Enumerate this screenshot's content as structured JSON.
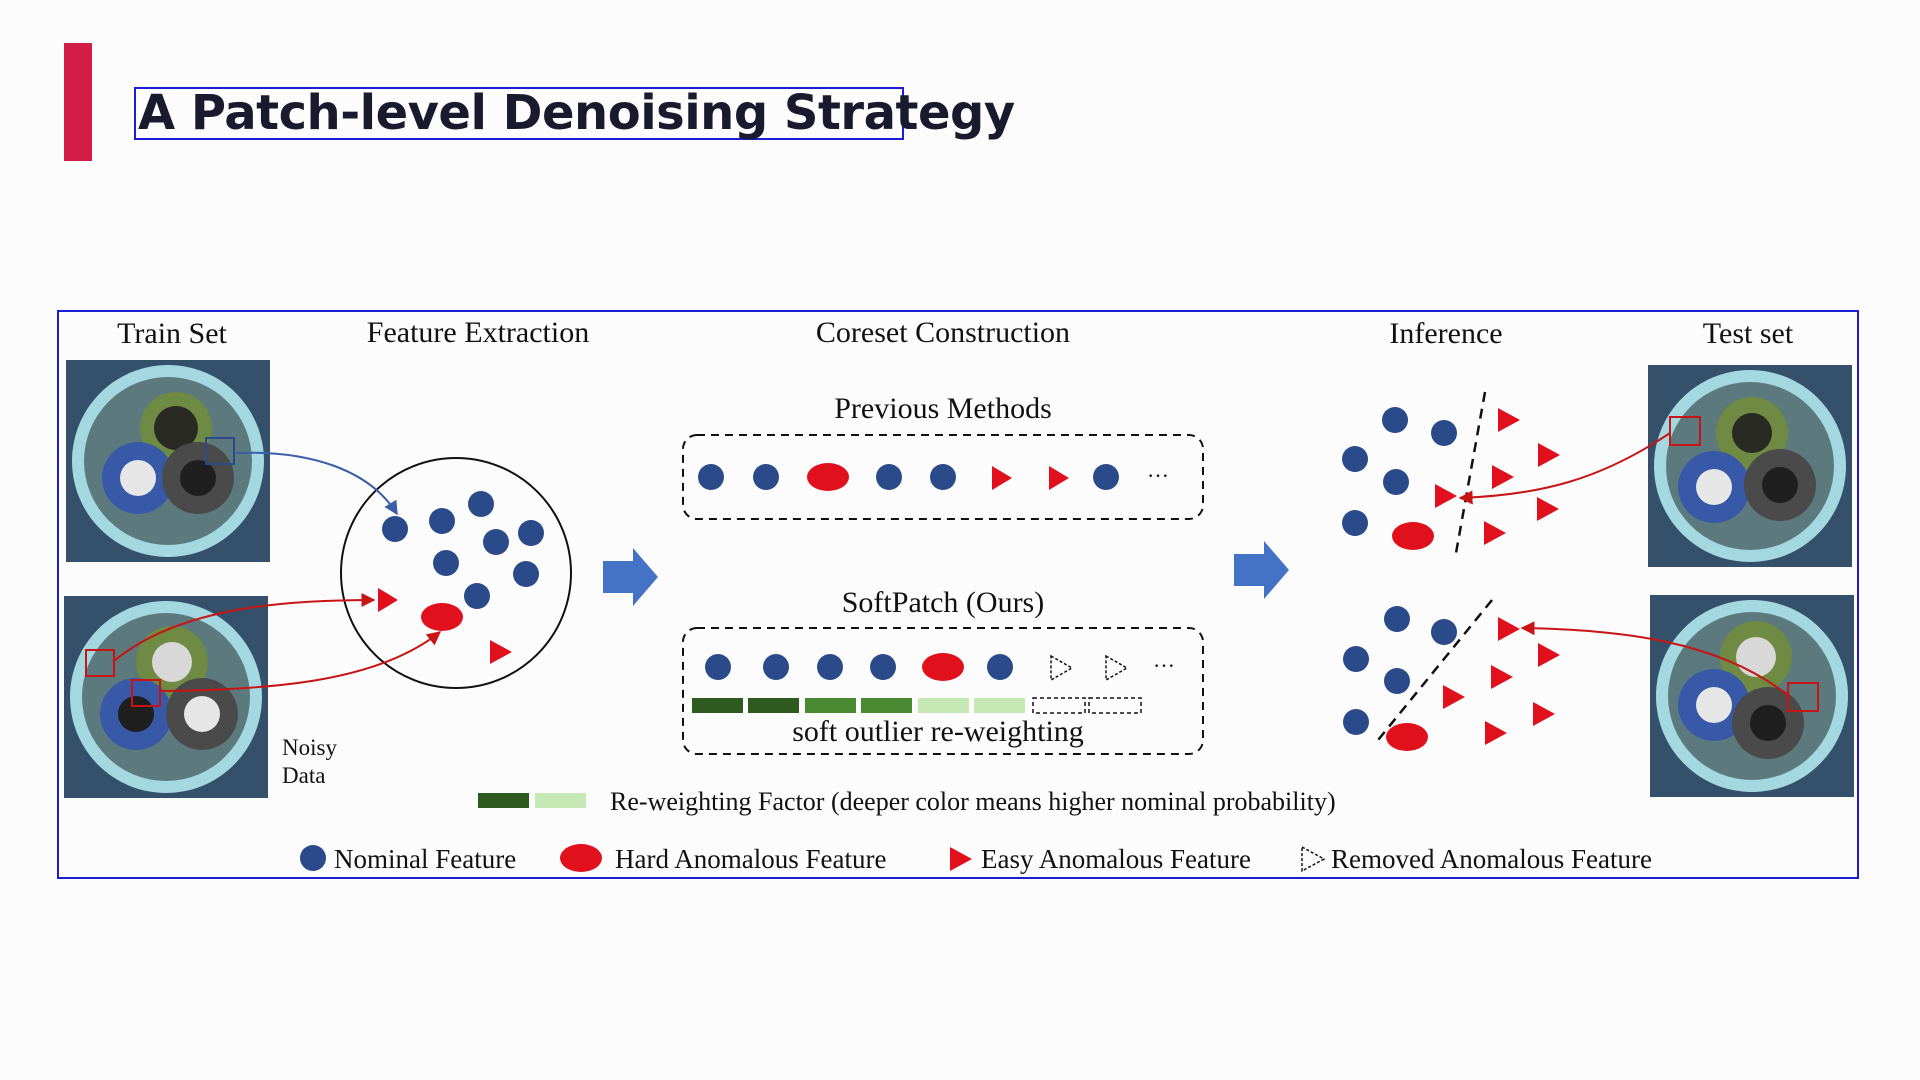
{
  "title": "A Patch-level Denoising Strategy",
  "sections": {
    "train_set": "Train Set",
    "feature_extraction": "Feature Extraction",
    "coreset_construction": "Coreset Construction",
    "inference": "Inference",
    "test_set": "Test set"
  },
  "methods": {
    "previous": "Previous Methods",
    "softpatch": "SoftPatch (Ours)",
    "soft_outlier": "soft outlier re-weighting",
    "ellipsis": "···"
  },
  "noisy_data": [
    "Noisy",
    "Data"
  ],
  "reweight_caption": "Re-weighting Factor (deeper color means higher nominal probability)",
  "legend": {
    "nominal": "Nominal Feature",
    "hard": "Hard Anomalous Feature",
    "easy": "Easy Anomalous Feature",
    "removed": "Removed Anomalous Feature"
  },
  "colors": {
    "accent": "#d21e46",
    "frame": "#1c1cd8",
    "nominal": "#2a4a8a",
    "anomaly": "#e0101c",
    "arrow": "#4472c4",
    "weight_levels": [
      "#2f5a1f",
      "#2f5a1f",
      "#4a8a32",
      "#4a8a32",
      "#c5e8b5",
      "#c5e8b5"
    ]
  }
}
